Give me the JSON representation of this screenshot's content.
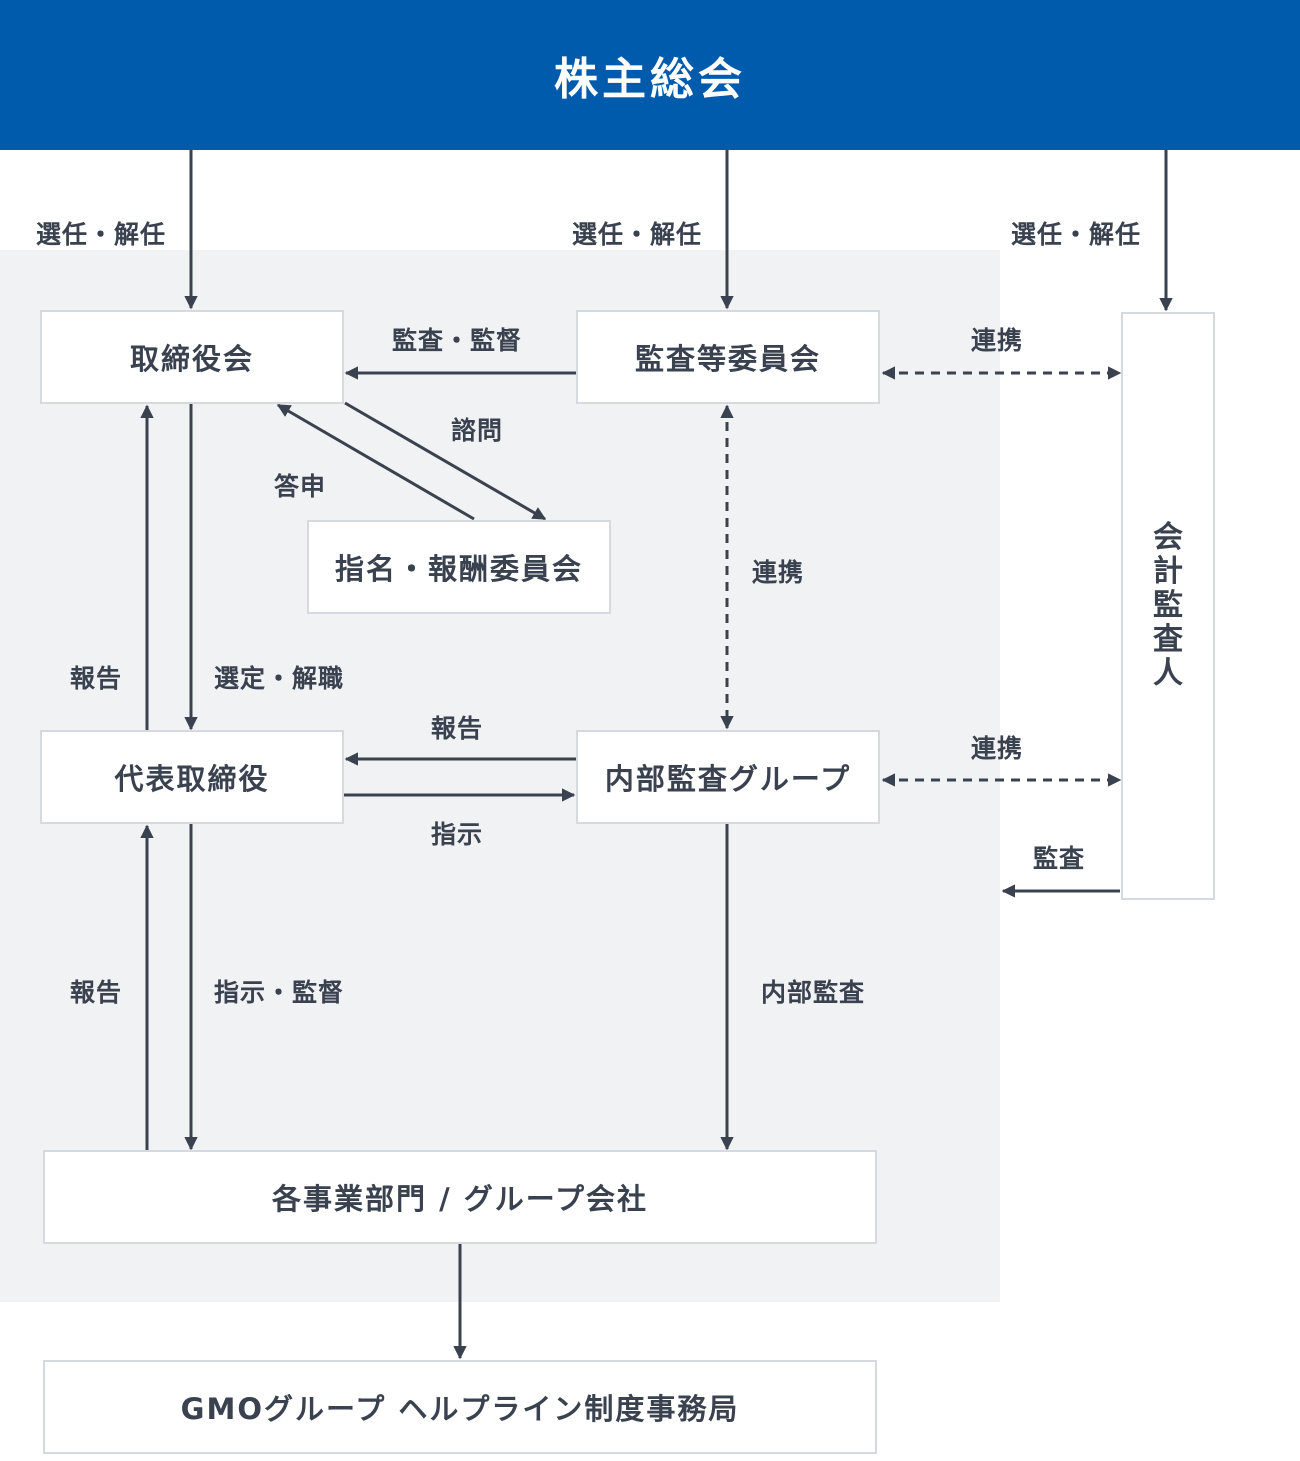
{
  "header": {
    "title": "株主総会"
  },
  "nodes": {
    "board": "取締役会",
    "audit_committee": "監査等委員会",
    "nomination_committee": "指名・報酬委員会",
    "representative_director": "代表取締役",
    "internal_audit_group": "内部監査グループ",
    "business_units": "各事業部門 / グループ会社",
    "helpline_office": "GMOグループ ヘルプライン制度事務局",
    "accounting_auditor": [
      "会",
      "計",
      "監",
      "査",
      "人"
    ]
  },
  "edge_labels": {
    "elect_dismiss_board": "選任・解任",
    "elect_dismiss_audit": "選任・解任",
    "elect_dismiss_accountant": "選任・解任",
    "audit_supervise": "監査・監督",
    "coop_audit_accountant": "連携",
    "consult": "諮問",
    "report_back": "答申",
    "coop_audit_internal": "連携",
    "report_board": "報告",
    "select_dismiss": "選定・解職",
    "report_internal": "報告",
    "coop_internal_accountant": "連携",
    "instruct": "指示",
    "audit": "監査",
    "report_units": "報告",
    "instruct_supervise": "指示・監督",
    "internal_audit": "内部監査"
  },
  "colors": {
    "header_bg": "#005bac",
    "panel_bg": "#f1f2f4",
    "line": "#3a4250",
    "box_border": "#d6dae0"
  }
}
